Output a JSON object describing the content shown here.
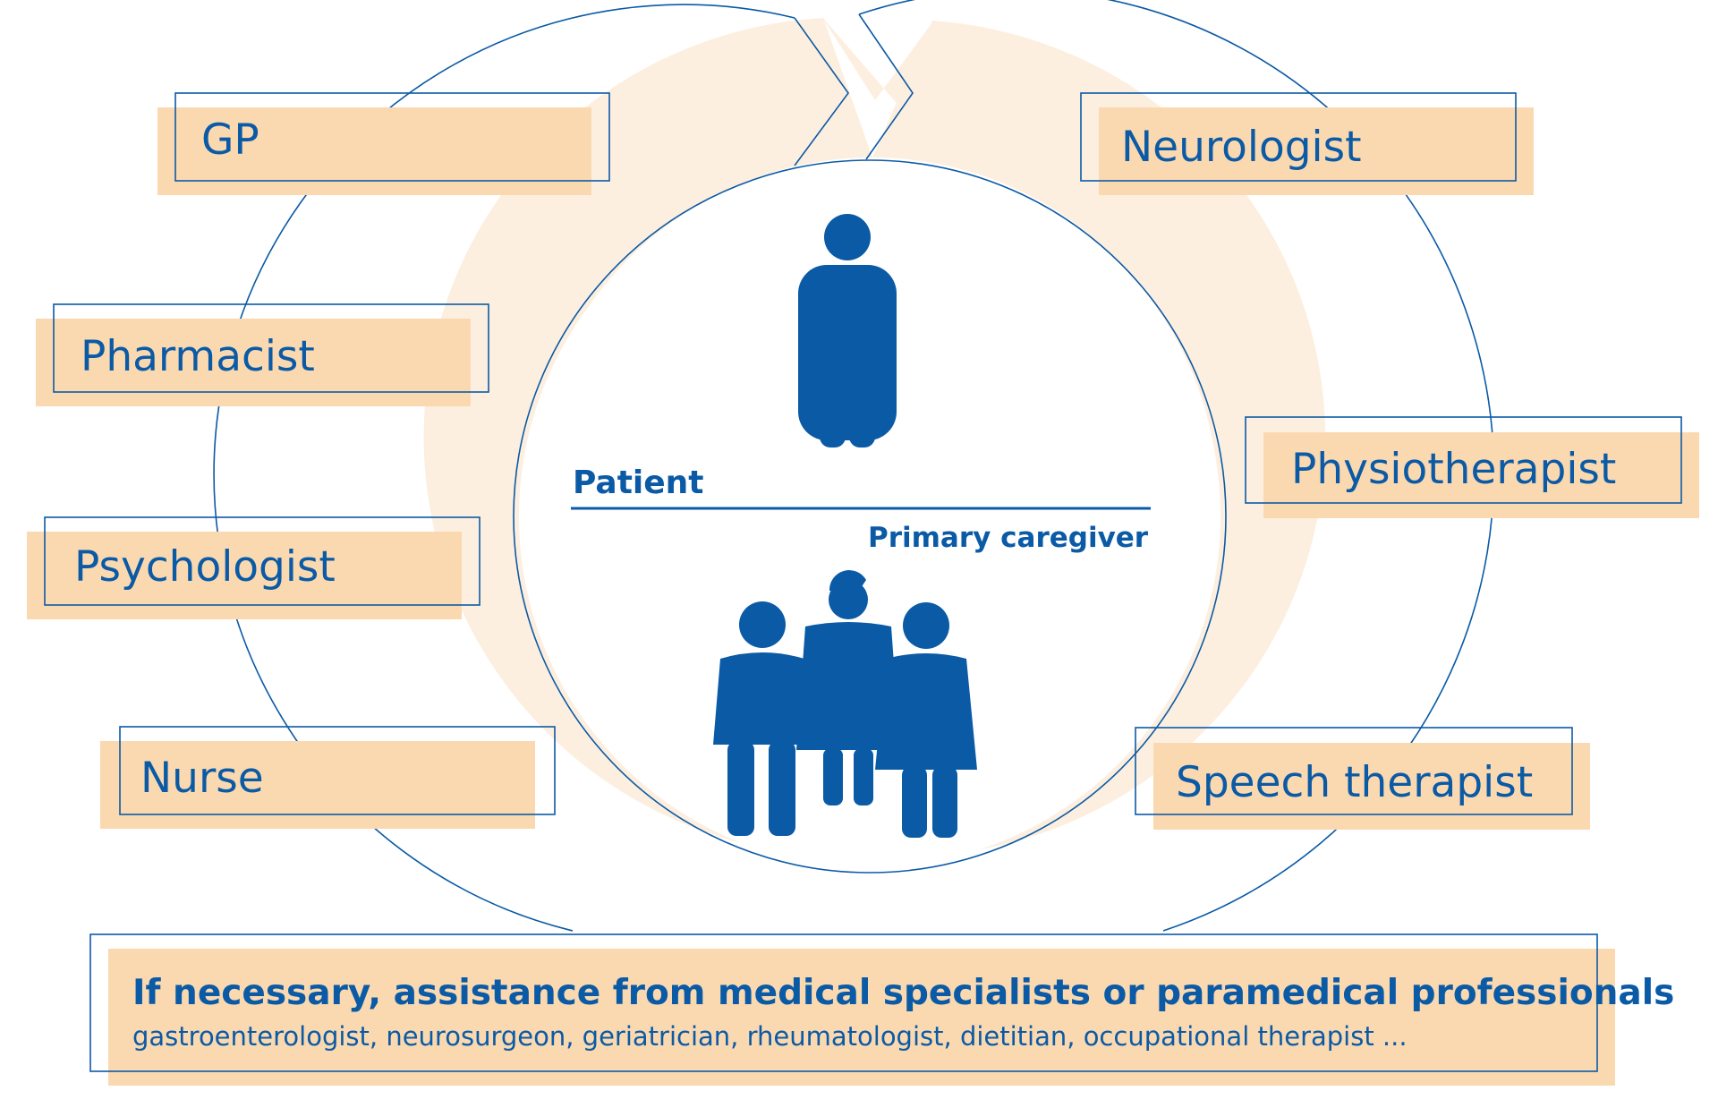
{
  "colors": {
    "primary_blue": "#0b5aa6",
    "box_fill": "#fbd9b0",
    "ring_fill": "#fdefdf",
    "background": "#ffffff"
  },
  "roles": {
    "gp": "GP",
    "neurologist": "Neurologist",
    "pharmacist": "Pharmacist",
    "physiotherapist": "Physiotherapist",
    "psychologist": "Psychologist",
    "nurse": "Nurse",
    "speech_therapist": "Speech therapist"
  },
  "center": {
    "patient": "Patient",
    "primary_caregiver": "Primary caregiver",
    "patient_icon": "person-icon",
    "caregiver_icon": "care-team-icon"
  },
  "banner": {
    "title": "If necessary, assistance from medical specialists or paramedical professionals",
    "subtitle": "gastroenterologist, neurosurgeon, geriatrician, rheumatologist, dietitian, occupational therapist ..."
  }
}
